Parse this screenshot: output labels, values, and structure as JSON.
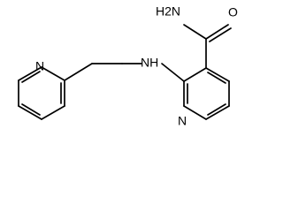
{
  "structure": {
    "atoms": {
      "pyridine_left_n": "N",
      "amine_nh": "NH",
      "amide_nh2": "H2N",
      "amide_o": "O",
      "pyridine_right_n": "N"
    }
  },
  "colors": {
    "bond": "#000000",
    "label": "#000000",
    "background": "#ffffff"
  }
}
